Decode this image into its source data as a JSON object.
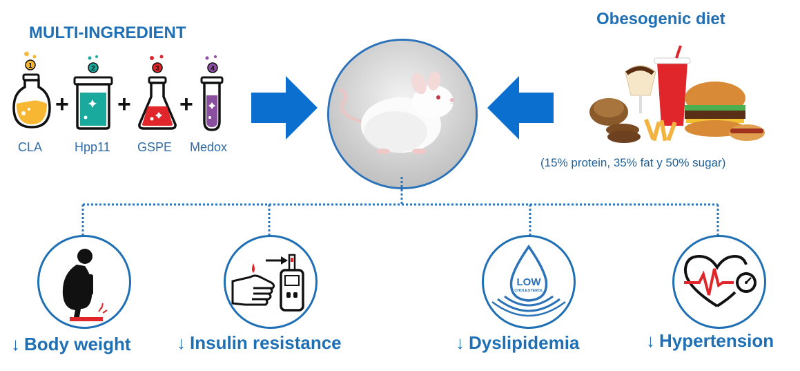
{
  "left_panel": {
    "title": "MULTI-INGREDIENT",
    "ingredients": [
      {
        "label": "CLA",
        "number": "1",
        "color": "#f7b733"
      },
      {
        "label": "Hpp11",
        "number": "2",
        "color": "#1aa99d"
      },
      {
        "label": "GSPE",
        "number": "3",
        "color": "#e0262b"
      },
      {
        "label": "Medox",
        "number": "4",
        "color": "#8a4f9e"
      }
    ],
    "plus": "+"
  },
  "right_panel": {
    "title": "Obesogenic diet",
    "composition": "(15% protein, 35% fat y 50% sugar)"
  },
  "outcomes": [
    {
      "arrow": "↓",
      "label": "Body weight"
    },
    {
      "arrow": "↓",
      "label": "Insulin resistance"
    },
    {
      "arrow": "↓",
      "label": "Dyslipidemia"
    },
    {
      "arrow": "↓",
      "label": "Hypertension"
    }
  ],
  "icons": {
    "low_cholesterol_main": "LOW",
    "low_cholesterol_sub": "CHOLESTEROL"
  },
  "colors": {
    "primary_blue": "#1f6fb5",
    "arrow_blue": "#0a6fcf",
    "dotted_line": "#2b72b8"
  }
}
